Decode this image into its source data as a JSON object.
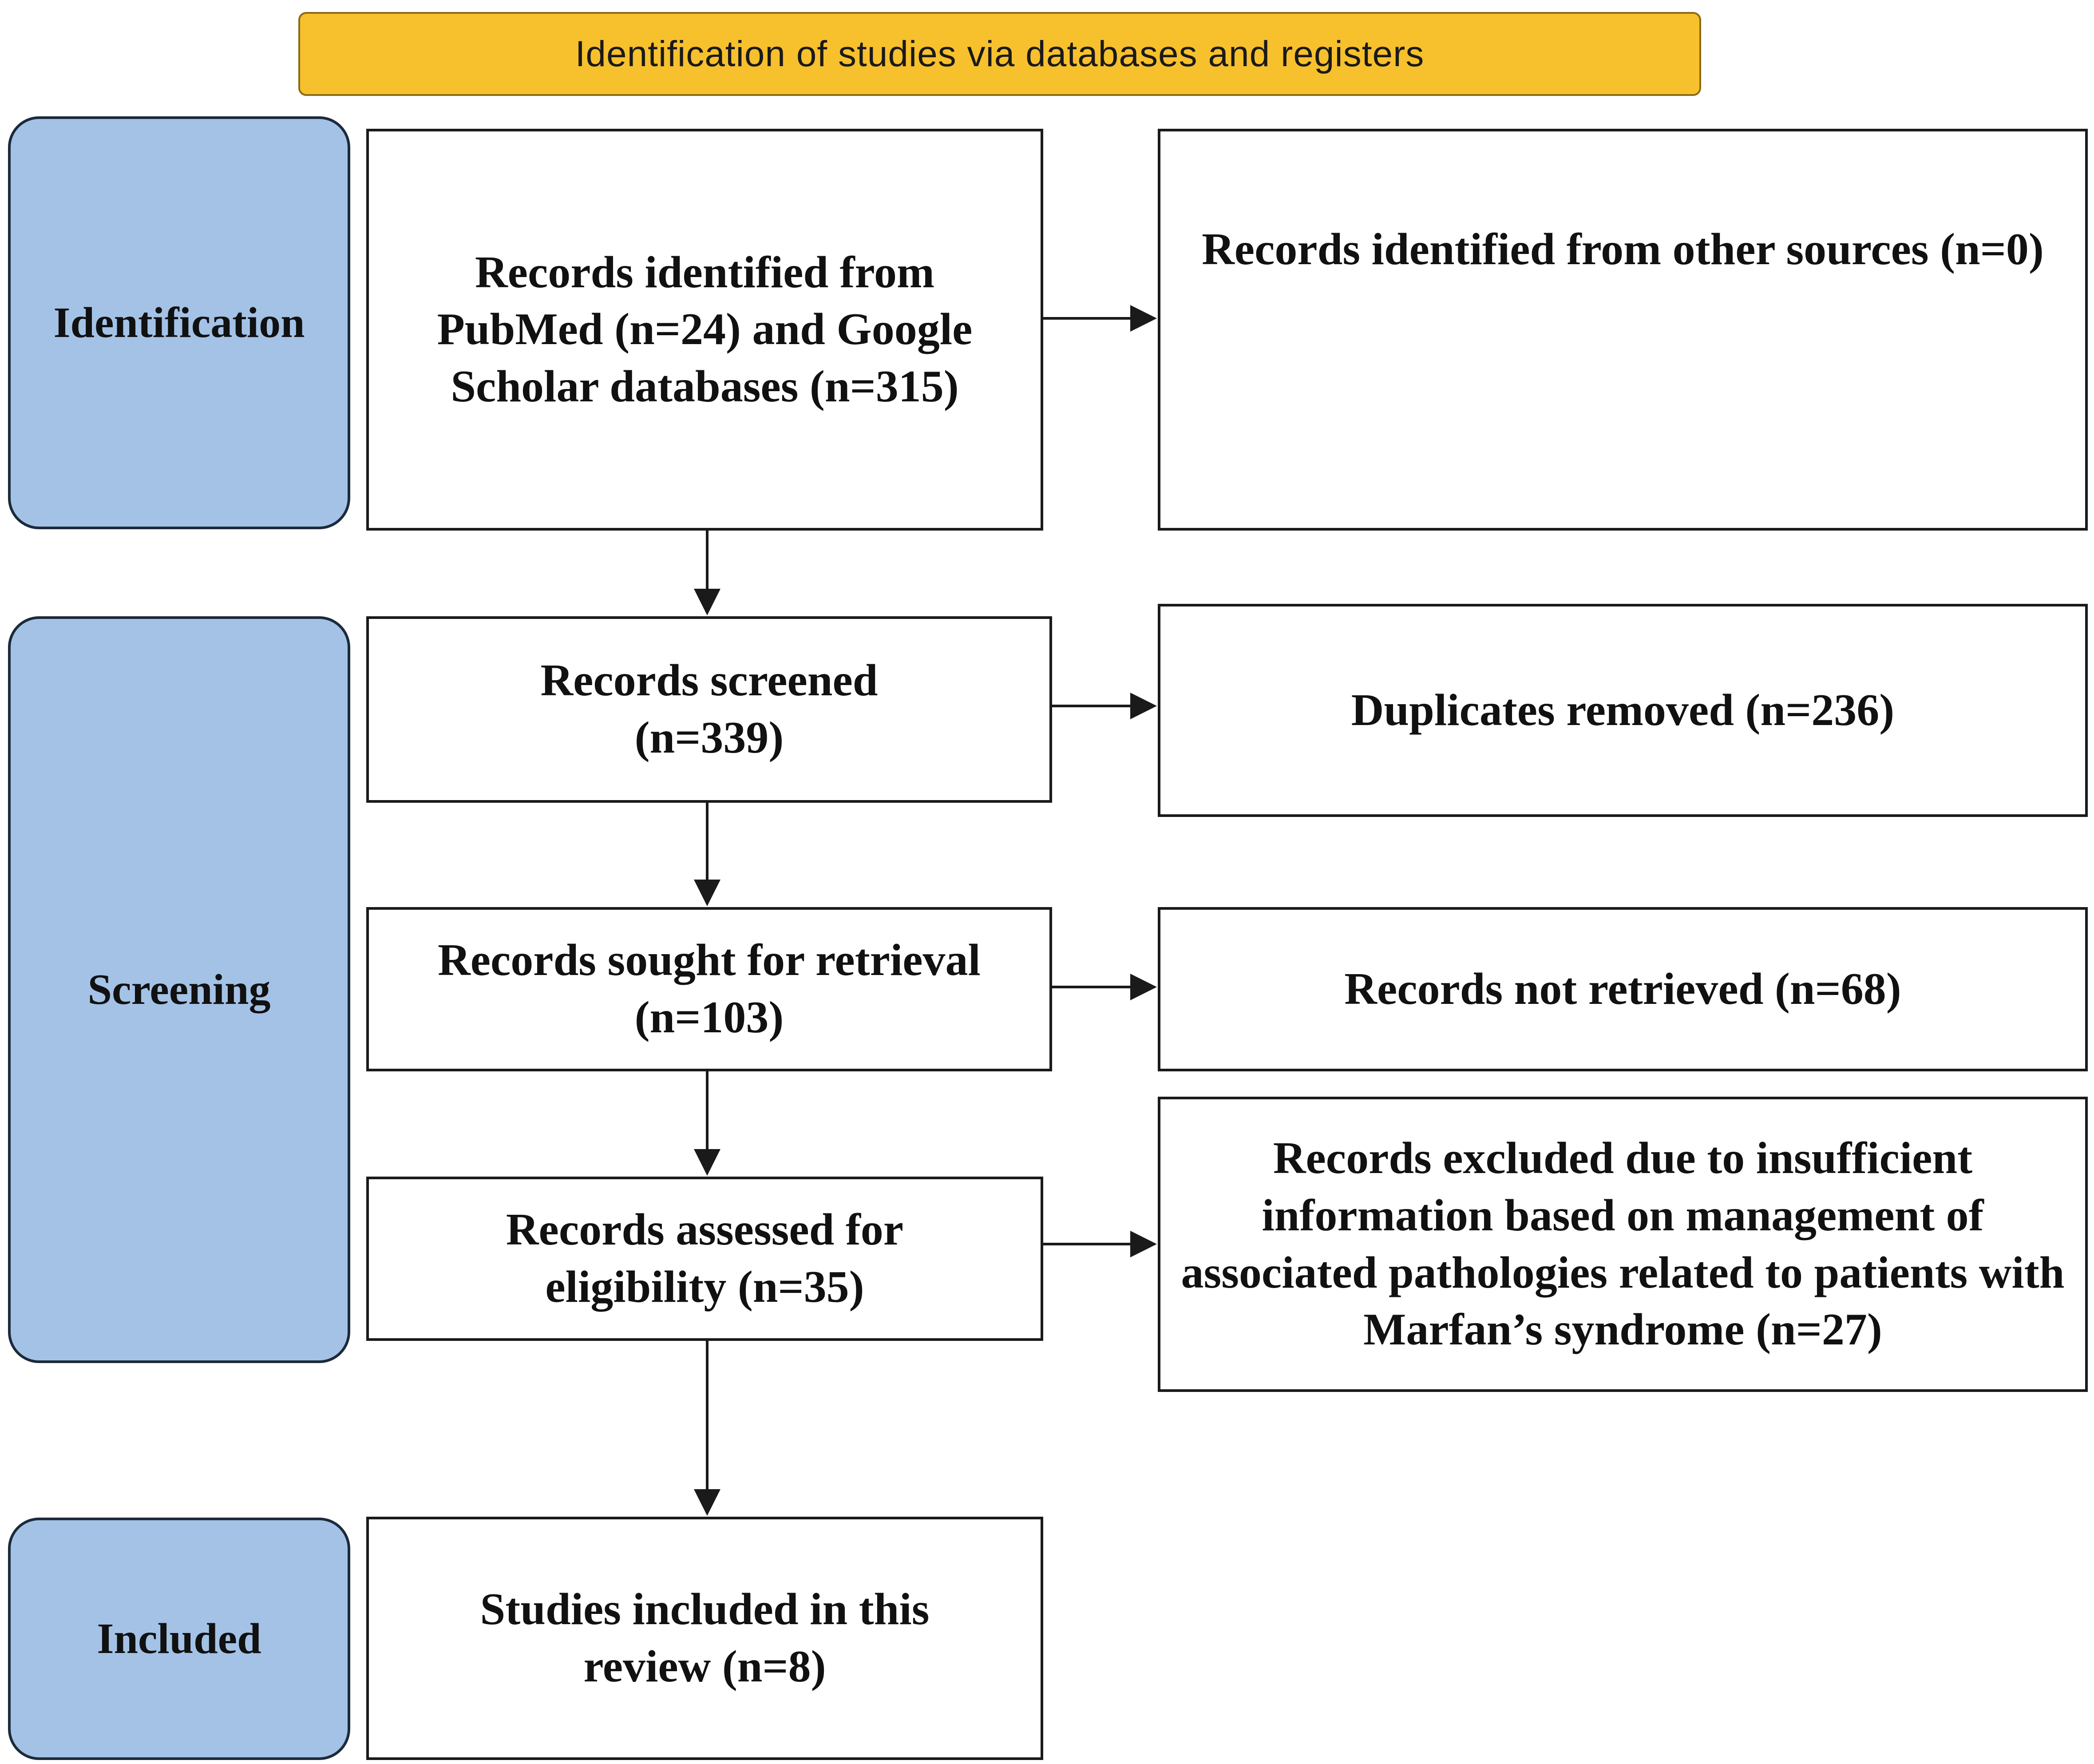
{
  "header": {
    "title": "Identification of studies via databases and registers"
  },
  "phases": {
    "identification": "Identification",
    "screening": "Screening",
    "included": "Included"
  },
  "boxes": {
    "records_identified": "Records identified from PubMed (n=24) and Google Scholar databases (n=315)",
    "other_sources": "Records identified from other sources (n=0)",
    "records_screened": "Records screened (n=339)",
    "duplicates_removed": "Duplicates removed (n=236)",
    "sought_retrieval": "Records sought for retrieval (n=103)",
    "not_retrieved": "Records not retrieved (n=68)",
    "assessed_eligibility": "Records assessed for eligibility (n=35)",
    "excluded": "Records excluded due to insufficient information based on management of associated pathologies related to patients with Marfan’s syndrome (n=27)",
    "included_studies": "Studies included in this review (n=8)"
  },
  "colors": {
    "banner": "#f7c02d",
    "phase": "#a3c2e6",
    "border": "#1a1a1a"
  }
}
